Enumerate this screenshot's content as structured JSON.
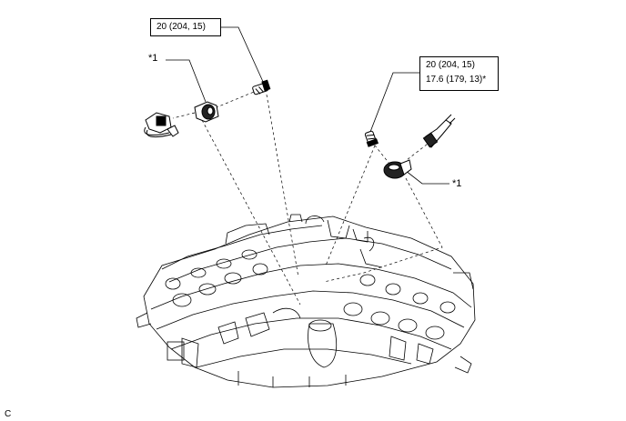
{
  "torque_spec_left": {
    "line1": "20 (204, 15)"
  },
  "torque_spec_right": {
    "line1": "20 (204, 15)",
    "line2": "17.6 (179, 13)*"
  },
  "callout_left": "*1",
  "callout_right": "*1",
  "figure_code": "C"
}
